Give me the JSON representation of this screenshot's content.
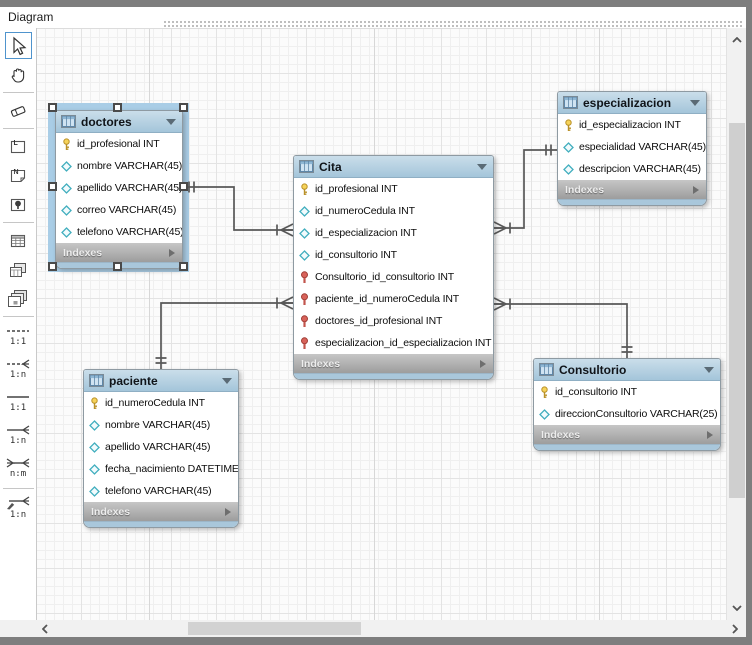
{
  "window": {
    "tab_label": "Diagram"
  },
  "toolbar": {
    "glyphs": {
      "layer": "L",
      "note": "N"
    },
    "rel_labels": [
      "1:1",
      "1:n",
      "1:1",
      "1:n",
      "n:m",
      "1:n"
    ]
  },
  "labels": {
    "indexes": "Indexes"
  },
  "diagram": {
    "tables": [
      {
        "name": "doctores",
        "selected": true,
        "columns": [
          {
            "icon": "primary-key",
            "text": "id_profesional INT"
          },
          {
            "icon": "column",
            "text": "nombre VARCHAR(45)"
          },
          {
            "icon": "column",
            "text": "apellido VARCHAR(45)"
          },
          {
            "icon": "column",
            "text": "correo VARCHAR(45)"
          },
          {
            "icon": "column",
            "text": "telefono VARCHAR(45)"
          }
        ]
      },
      {
        "name": "Cita",
        "selected": false,
        "columns": [
          {
            "icon": "primary-key",
            "text": "id_profesional INT"
          },
          {
            "icon": "column",
            "text": "id_numeroCedula INT"
          },
          {
            "icon": "column",
            "text": "id_especializacion INT"
          },
          {
            "icon": "column",
            "text": "id_consultorio INT"
          },
          {
            "icon": "foreign-key",
            "text": "Consultorio_id_consultorio INT"
          },
          {
            "icon": "foreign-key",
            "text": "paciente_id_numeroCedula INT"
          },
          {
            "icon": "foreign-key",
            "text": "doctores_id_profesional INT"
          },
          {
            "icon": "foreign-key",
            "text": "especializacion_id_especializacion INT"
          }
        ]
      },
      {
        "name": "especializacion",
        "selected": false,
        "columns": [
          {
            "icon": "primary-key",
            "text": "id_especializacion INT"
          },
          {
            "icon": "column",
            "text": "especialidad VARCHAR(45)"
          },
          {
            "icon": "column",
            "text": "descripcion VARCHAR(45)"
          }
        ]
      },
      {
        "name": "paciente",
        "selected": false,
        "columns": [
          {
            "icon": "primary-key",
            "text": "id_numeroCedula INT"
          },
          {
            "icon": "column",
            "text": "nombre VARCHAR(45)"
          },
          {
            "icon": "column",
            "text": "apellido VARCHAR(45)"
          },
          {
            "icon": "column",
            "text": "fecha_nacimiento DATETIME"
          },
          {
            "icon": "column",
            "text": "telefono VARCHAR(45)"
          }
        ]
      },
      {
        "name": "Consultorio",
        "selected": false,
        "columns": [
          {
            "icon": "primary-key",
            "text": "id_consultorio INT"
          },
          {
            "icon": "column",
            "text": "direccionConsultorio VARCHAR(25)"
          }
        ]
      }
    ],
    "relationships": [
      {
        "from": "doctores",
        "to": "Cita",
        "cardinality": "1:n"
      },
      {
        "from": "especializacion",
        "to": "Cita",
        "cardinality": "1:n"
      },
      {
        "from": "paciente",
        "to": "Cita",
        "cardinality": "1:n"
      },
      {
        "from": "Consultorio",
        "to": "Cita",
        "cardinality": "1:n"
      }
    ]
  },
  "colors": {
    "table_header": "#a4c5da",
    "indexes_bar": "#a9a9a9",
    "selection_halo": "#a9cde6",
    "connector": "#585858",
    "pk_icon": "#f6d35a",
    "fk_icon": "#d8625a",
    "column_icon": "#41aebe"
  }
}
